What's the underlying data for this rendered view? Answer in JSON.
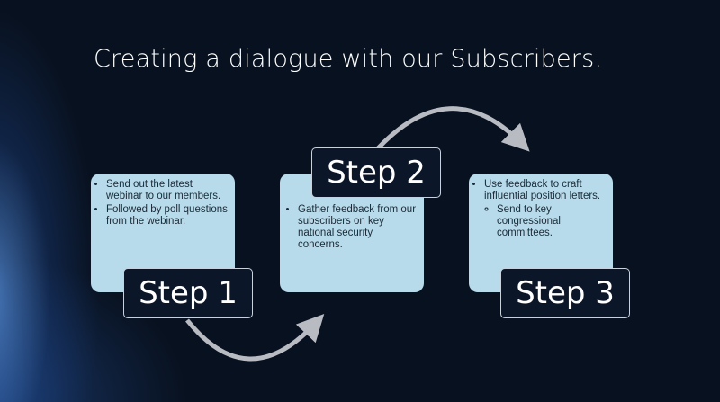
{
  "title": "Creating a dialogue with our Subscribers.",
  "steps": [
    {
      "label": "Step 1",
      "bullets": [
        "Send out the latest webinar to our members.",
        "Followed by poll questions from the webinar."
      ]
    },
    {
      "label": "Step 2",
      "bullets": [
        "Gather feedback from our subscribers on key national security concerns."
      ]
    },
    {
      "label": "Step 3",
      "bullets": [
        "Use feedback to craft influential position letters."
      ],
      "sub_bullets": [
        "Send to key congressional committees."
      ]
    }
  ],
  "colors": {
    "background": "#08111f",
    "box": "#b7dbea",
    "label": "#0b1629",
    "arrow": "#b8bcc2"
  }
}
